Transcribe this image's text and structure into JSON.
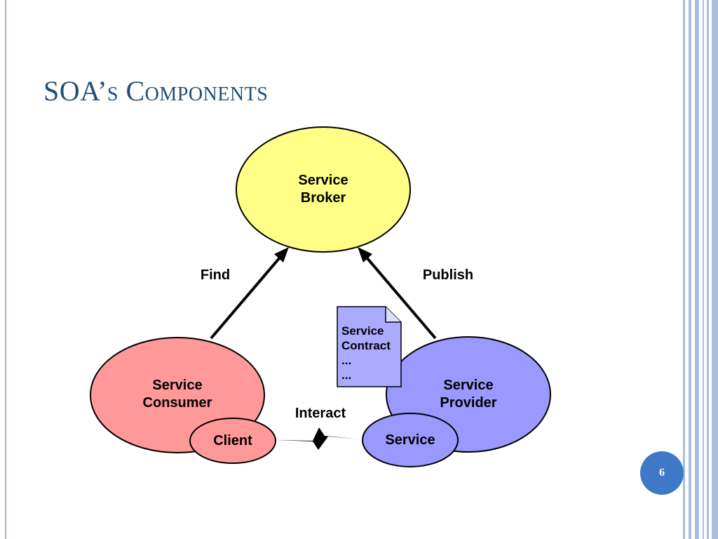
{
  "slide": {
    "title": "SOA’s Components",
    "page_number": "6"
  },
  "diagram": {
    "nodes": {
      "broker": {
        "line1": "Service",
        "line2": "Broker"
      },
      "consumer": {
        "line1": "Service",
        "line2": "Consumer"
      },
      "provider": {
        "line1": "Service",
        "line2": "Provider"
      },
      "client": {
        "label": "Client"
      },
      "service": {
        "label": "Service"
      }
    },
    "edges": {
      "find": "Find",
      "publish": "Publish",
      "interact": "Interact"
    },
    "contract": {
      "line1": "Service",
      "line2": "Contract",
      "line3": "...",
      "line4": "..."
    }
  }
}
